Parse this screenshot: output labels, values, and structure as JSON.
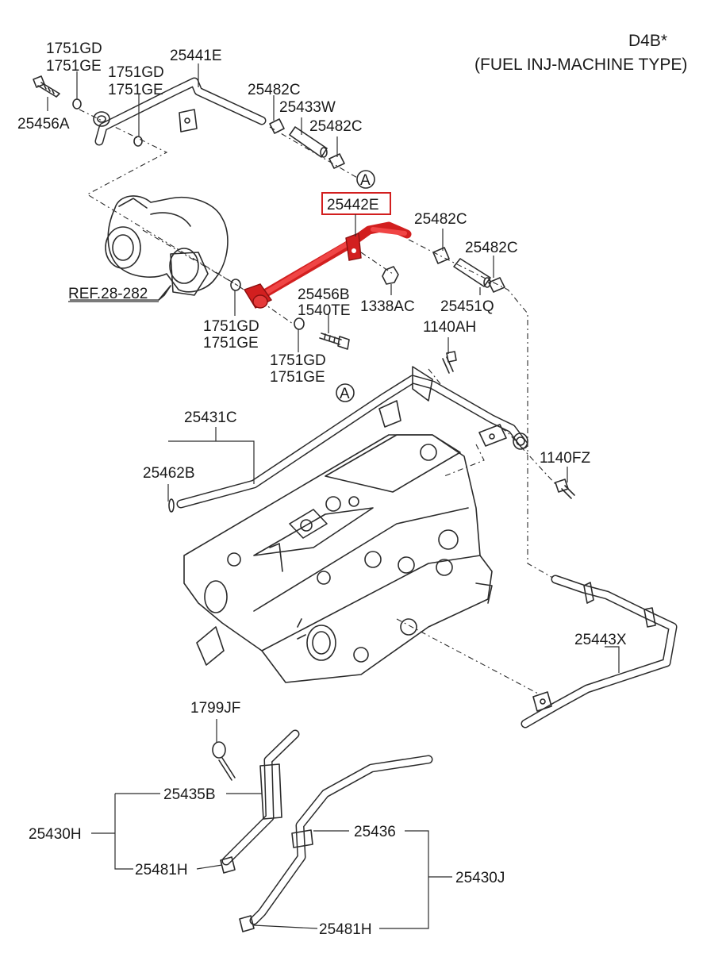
{
  "header": {
    "engine_code": "D4B*",
    "subtitle": "(FUEL INJ-MACHINE TYPE)"
  },
  "highlight_color": "#d21f1f",
  "highlighted_part": "25442E",
  "callouts": {
    "a_top": "A",
    "a_bottom": "A"
  },
  "labels": {
    "p_1751GD_a": "1751GD",
    "p_1751GE_a": "1751GE",
    "p_1751GD_b": "1751GD",
    "p_1751GE_b": "1751GE",
    "p_25441E": "25441E",
    "p_25456A": "25456A",
    "p_25482C_a": "25482C",
    "p_25433W": "25433W",
    "p_25482C_b": "25482C",
    "p_25442E": "25442E",
    "p_25482C_c": "25482C",
    "p_25482C_d": "25482C",
    "p_REF": "REF.28-282",
    "p_25456B": "25456B",
    "p_1540TE": "1540TE",
    "p_1338AC": "1338AC",
    "p_25451Q": "25451Q",
    "p_1751GD_c": "1751GD",
    "p_1751GE_c": "1751GE",
    "p_1140AH": "1140AH",
    "p_1751GD_d": "1751GD",
    "p_1751GE_d": "1751GE",
    "p_25431C": "25431C",
    "p_25462B": "25462B",
    "p_1140FZ": "1140FZ",
    "p_25443X": "25443X",
    "p_1799JF": "1799JF",
    "p_25435B": "25435B",
    "p_25430H": "25430H",
    "p_25481H_a": "25481H",
    "p_25436": "25436",
    "p_25430J": "25430J",
    "p_25481H_b": "25481H"
  }
}
